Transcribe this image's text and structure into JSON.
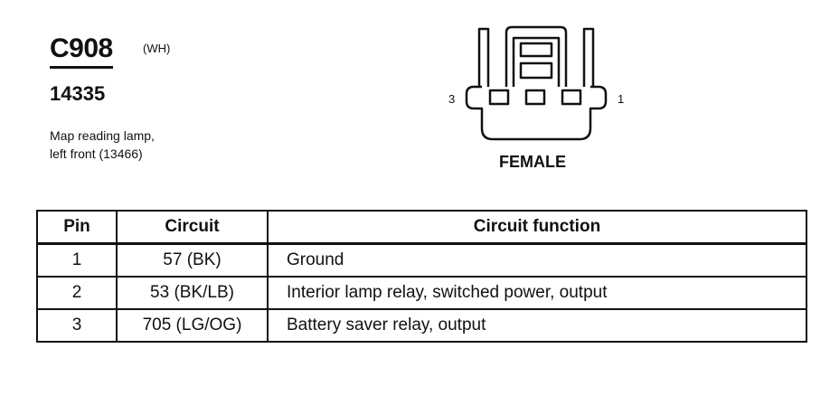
{
  "connector": {
    "id": "C908",
    "color_code": "(WH)",
    "part_number": "14335",
    "description_lines": [
      "Map reading lamp,",
      "left front (13466)"
    ],
    "gender": "FEMALE",
    "pin_label_left": "3",
    "pin_label_right": "1"
  },
  "table": {
    "headers": {
      "pin": "Pin",
      "circuit": "Circuit",
      "function": "Circuit function"
    },
    "rows": [
      {
        "pin": "1",
        "circuit": "57 (BK)",
        "function": "Ground"
      },
      {
        "pin": "2",
        "circuit": "53 (BK/LB)",
        "function": "Interior lamp relay, switched power, output"
      },
      {
        "pin": "3",
        "circuit": "705 (LG/OG)",
        "function": "Battery saver relay, output"
      }
    ]
  }
}
